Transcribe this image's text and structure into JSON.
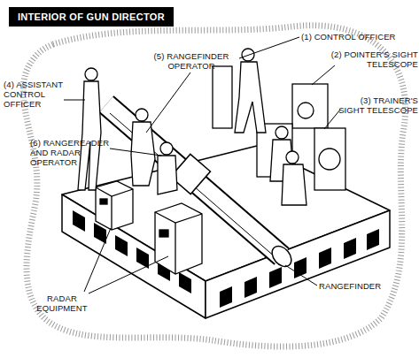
{
  "diagram": {
    "title": "INTERIOR OF GUN DIRECTOR",
    "labels": [
      "(1) CONTROL OFFICER",
      "(2) POINTER'S SIGHT TELESCOPE",
      "(3) TRAINER'S SIGHT TELESCOPE",
      "(4) ASSISTANT CONTROL OFFICER",
      "(5) RANGEFINDER OPERATOR",
      "(6) RANGEREADER AND RADAR OPERATOR",
      "RADAR EQUIPMENT",
      "RANGEFINDER"
    ]
  }
}
